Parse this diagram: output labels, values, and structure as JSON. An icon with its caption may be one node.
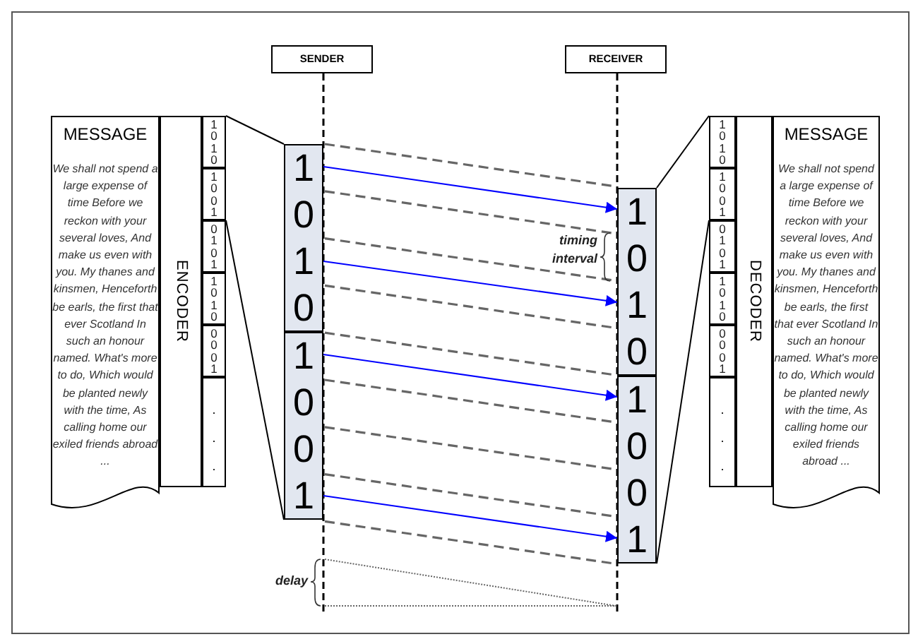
{
  "diagram": {
    "nodes": [
      {
        "text": [
          "SENDER"
        ]
      },
      {
        "text": [
          "RECEIVER"
        ]
      },
      {
        "text": [
          "MESSAGE",
          "We shall not spend a large expense of time Before we reckon with your several loves, And make us even with you. My thanes and kinsmen, Henceforth be earls, the first that ever Scotland In such an honour named. What's more to do, Which would be planted newly with the time, As calling home our exiled friends abroad ..."
        ]
      },
      {
        "text": [
          "ENCODER"
        ]
      },
      {
        "text": [
          "1 0 1 0"
        ]
      },
      {
        "text": [
          "1 0 0 1"
        ]
      },
      {
        "text": [
          "0 1 0 1"
        ]
      },
      {
        "text": [
          "1 0 1 0"
        ]
      },
      {
        "text": [
          "0 0 0 1"
        ]
      },
      {
        "text": [
          ". . ."
        ]
      },
      {
        "text": [
          "1 0 1 0"
        ]
      },
      {
        "text": [
          "1 0 0 1"
        ]
      },
      {
        "text": [
          "1 0 1 0"
        ]
      },
      {
        "text": [
          "1 0 0 1"
        ]
      },
      {
        "text": [
          "1 0 1 0"
        ]
      },
      {
        "text": [
          "1 0 0 1"
        ]
      },
      {
        "text": [
          "0 1 0 1"
        ]
      },
      {
        "text": [
          "1 0 1 0"
        ]
      },
      {
        "text": [
          "0 0 0 1"
        ]
      },
      {
        "text": [
          ". . ."
        ]
      },
      {
        "text": [
          "DECODER"
        ]
      },
      {
        "text": [
          "MESSAGE",
          "We shall not spend a large expense of time Before we reckon with your several loves, And make us even with you. My thanes and kinsmen, Henceforth be earls, the first that ever Scotland In such an honour named. What's more to do, Which would be planted newly with the time, As calling home our exiled friends abroad ..."
        ]
      }
    ],
    "edges": [
      {
        "from": 0,
        "to": null,
        "arrow": "none",
        "style": "dashed"
      },
      {
        "from": 1,
        "to": null,
        "arrow": "none",
        "style": "dashed"
      },
      {
        "from": 4,
        "to": 10,
        "arrow": "none"
      },
      {
        "from": 5,
        "to": 11,
        "arrow": "none"
      },
      {
        "from": 12,
        "to": 14,
        "arrow": "none"
      },
      {
        "from": 13,
        "to": 15,
        "arrow": "none"
      },
      {
        "from": 10,
        "to": 12,
        "arrow": "to",
        "color": "#0000ff"
      },
      {
        "from": 10,
        "to": 12,
        "arrow": "to",
        "color": "#0000ff"
      },
      {
        "from": 11,
        "to": 13,
        "arrow": "to",
        "color": "#0000ff"
      },
      {
        "from": 11,
        "to": 13,
        "arrow": "to",
        "color": "#0000ff"
      }
    ],
    "labels": [
      "timing interval",
      "delay"
    ]
  }
}
